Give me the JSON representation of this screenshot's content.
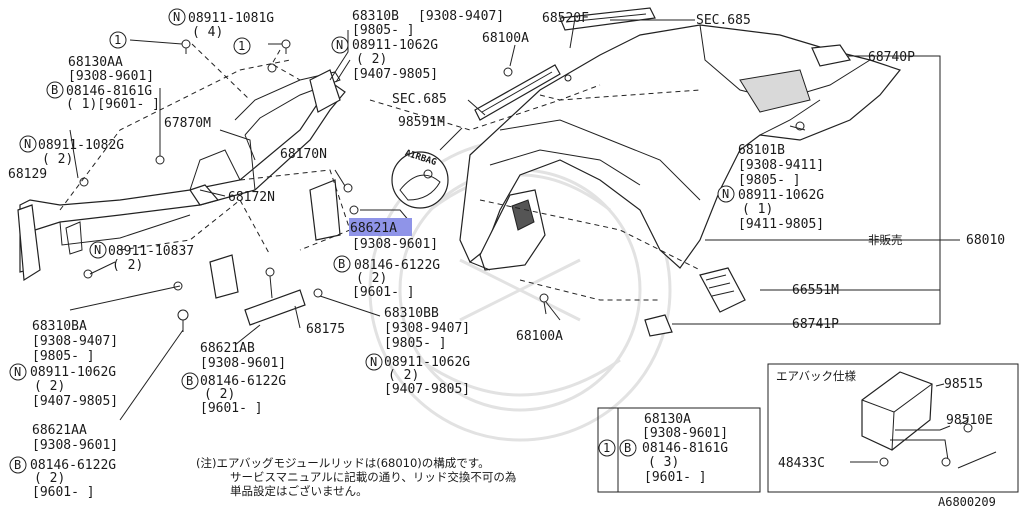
{
  "figure_id": "A6800209",
  "parts": {
    "p1": {
      "num": "08911-1081G",
      "qty": "( 4)"
    },
    "p2": {
      "num": "68310B",
      "date": "[9308-9407]",
      "date2": "[9805-    ]"
    },
    "p3": {
      "num": "08911-1062G",
      "qty": "( 2)",
      "date": "[9407-9805]"
    },
    "p4": {
      "num": "68520F"
    },
    "p5": {
      "num": "SEC.685"
    },
    "p6": {
      "num": "68100A"
    },
    "p7": {
      "num": "68740P"
    },
    "p8": {
      "num": "68130AA",
      "date": "[9308-9601]"
    },
    "p9": {
      "num": "08146-8161G",
      "qty": "( 1)[9601-    ]"
    },
    "p10": {
      "num": "SEC.685"
    },
    "p11": {
      "num": "98591M",
      "badge": "AIRBAG"
    },
    "p12": {
      "num": "67870M"
    },
    "p13": {
      "num": "08911-1082G",
      "qty": "( 2)"
    },
    "p14": {
      "num": "68129"
    },
    "p15": {
      "num": "68170N"
    },
    "p16": {
      "num": "68101B",
      "date": "[9308-9411]",
      "date2": "[9805-    ]"
    },
    "p17": {
      "num": "08911-1062G",
      "qty": "( 1)",
      "date": "[9411-9805]"
    },
    "p18": {
      "num": "68172N"
    },
    "p19": {
      "num": "68621A",
      "date": "[9308-9601]"
    },
    "p20": {
      "num": "08146-6122G",
      "qty": "( 2)",
      "date": "[9601-    ]"
    },
    "p21": {
      "num": "68010",
      "note": "非販売"
    },
    "p22": {
      "num": "08911-10837",
      "qty": "( 2)"
    },
    "p23": {
      "num": "66551M"
    },
    "p24": {
      "num": "68310BA",
      "date": "[9308-9407]",
      "date2": "[9805-    ]"
    },
    "p25": {
      "num": "08911-1062G",
      "qty": "( 2)",
      "date": "[9407-9805]"
    },
    "p26": {
      "num": "68741P"
    },
    "p27": {
      "num": "68100A"
    },
    "p28": {
      "num": "68621AB",
      "date": "[9308-9601]"
    },
    "p29": {
      "num": "08146-6122G",
      "qty": "( 2)",
      "date": "[9601-    ]"
    },
    "p30": {
      "num": "68175"
    },
    "p31": {
      "num": "68310BB",
      "date": "[9308-9407]",
      "date2": "[9805-    ]"
    },
    "p32": {
      "num": "08911-1062G",
      "qty": "( 2)",
      "date": "[9407-9805]"
    },
    "p33": {
      "num": "68621AA",
      "date": "[9308-9601]"
    },
    "p34": {
      "num": "08146-6122G",
      "qty": "( 2)",
      "date": "[9601-    ]"
    }
  },
  "markers": {
    "n": "N",
    "b": "B",
    "one": "1"
  },
  "note": {
    "line1": "(注)エアバッグモジュールリッドは(68010)の構成です。",
    "line2": "サービスマニュアルに記載の通り、リッド交換不可の為",
    "line3": "単品設定はございません。"
  },
  "airbag_box": {
    "title": "エアバック仕様",
    "parts": [
      {
        "num": "98515"
      },
      {
        "num": "98510E"
      },
      {
        "num": "48433C"
      }
    ]
  },
  "legend_box": {
    "marker": "1",
    "num": "68130A",
    "date": "[9308-9601]",
    "num2": "08146-8161G",
    "qty": "( 3)",
    "date2": "[9601-    ]"
  }
}
